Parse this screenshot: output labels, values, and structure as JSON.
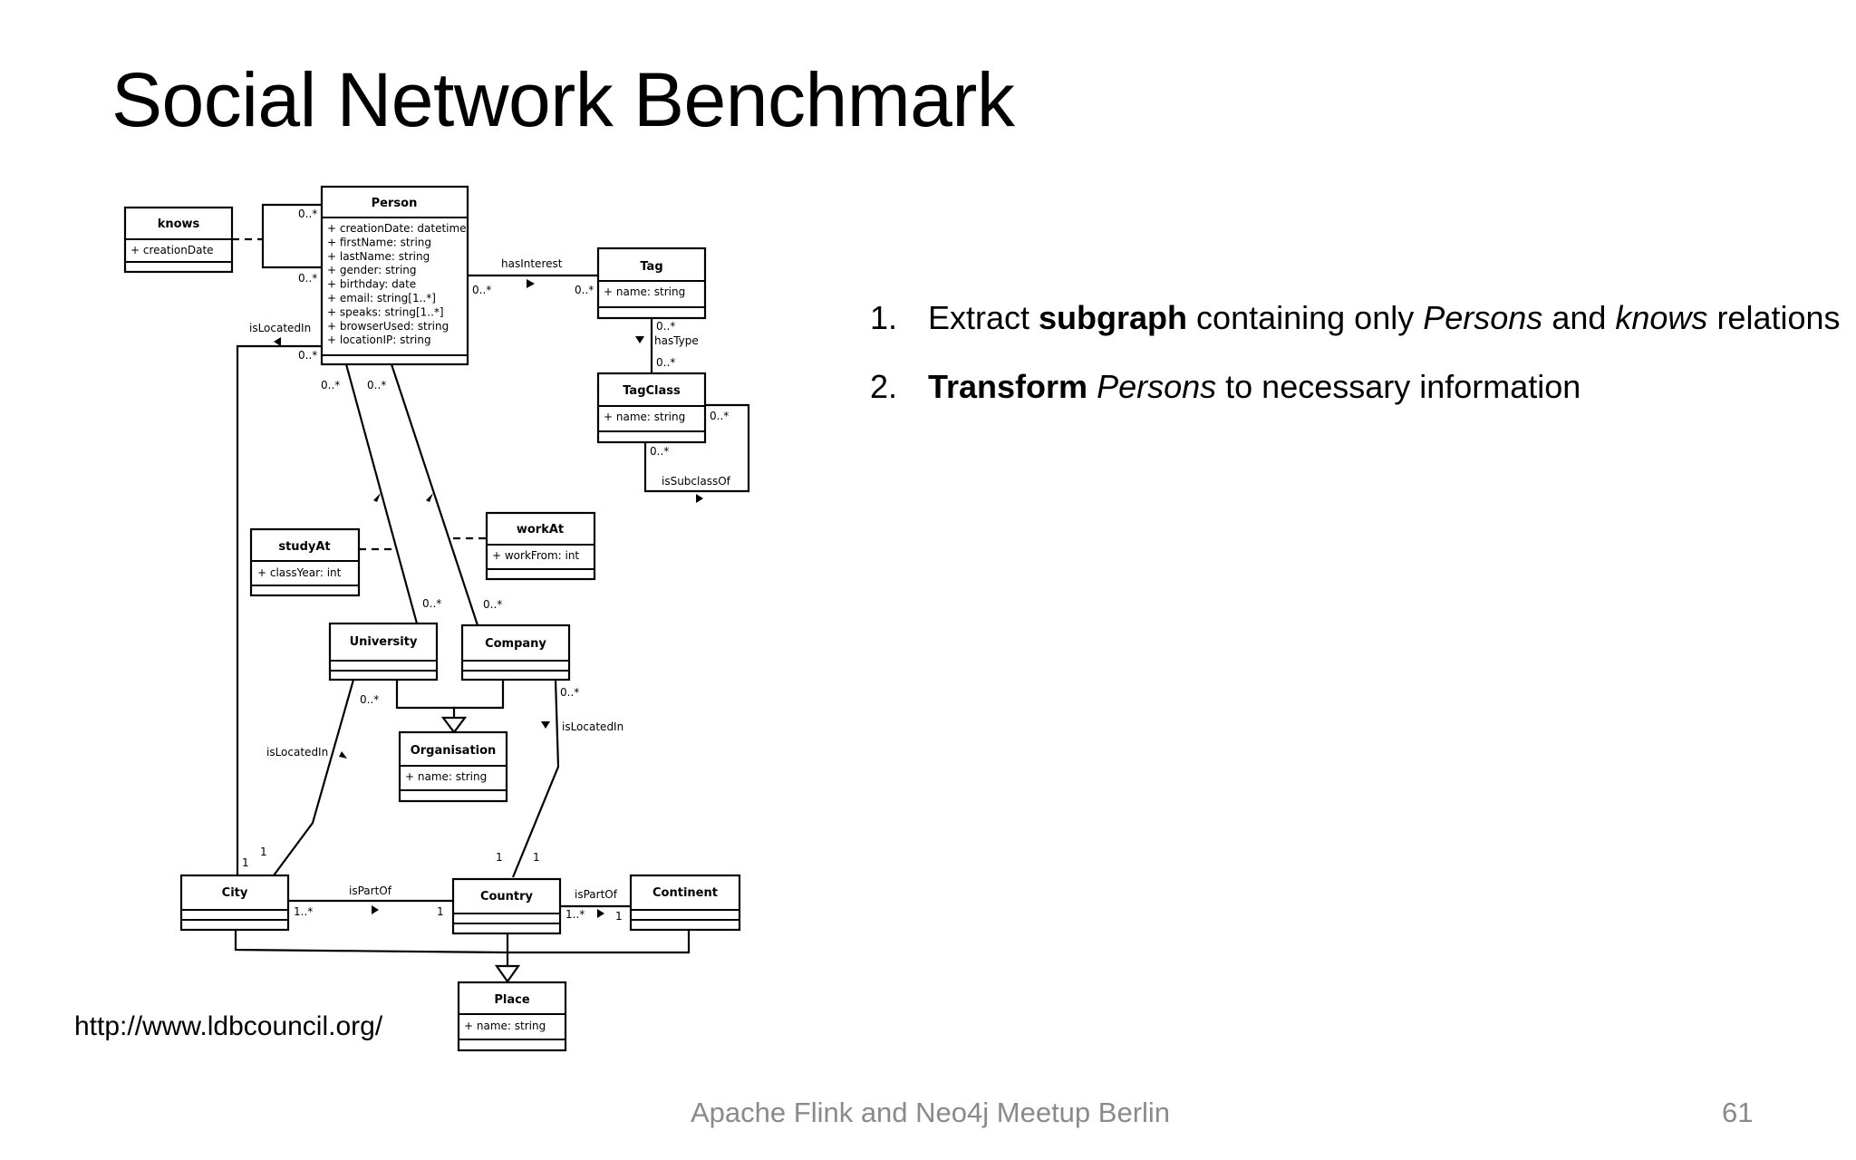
{
  "slide": {
    "title": "Social Network Benchmark",
    "bullets": [
      {
        "num": "1.",
        "parts": [
          {
            "text": "Extract ",
            "style": "normal"
          },
          {
            "text": "subgraph",
            "style": "bold"
          },
          {
            "text": " containing only ",
            "style": "normal"
          },
          {
            "text": "Persons",
            "style": "italic"
          },
          {
            "text": " and ",
            "style": "normal"
          },
          {
            "text": "knows",
            "style": "italic"
          },
          {
            "text": " relations",
            "style": "normal"
          }
        ]
      },
      {
        "num": "2.",
        "parts": [
          {
            "text": "Transform",
            "style": "bold"
          },
          {
            "text": " ",
            "style": "normal"
          },
          {
            "text": "Persons",
            "style": "italic"
          },
          {
            "text": " to necessary information",
            "style": "normal"
          }
        ]
      }
    ],
    "url": "http://www.ldbcouncil.org/",
    "footer": "Apache Flink and Neo4j Meetup Berlin",
    "page_number": "61"
  },
  "diagram": {
    "classes": {
      "person": {
        "name": "Person",
        "attrs": [
          "+ creationDate: datetime",
          "+ firstName: string",
          "+ lastName: string",
          "+ gender: string",
          "+ birthday: date",
          "+ email: string[1..*]",
          "+ speaks: string[1..*]",
          "+ browserUsed: string",
          "+ locationIP: string"
        ]
      },
      "knows": {
        "name": "knows",
        "attrs": [
          "+ creationDate"
        ]
      },
      "tag": {
        "name": "Tag",
        "attrs": [
          "+ name: string"
        ]
      },
      "tagclass": {
        "name": "TagClass",
        "attrs": [
          "+ name: string"
        ]
      },
      "studyat": {
        "name": "studyAt",
        "attrs": [
          "+ classYear: int"
        ]
      },
      "workat": {
        "name": "workAt",
        "attrs": [
          "+ workFrom: int"
        ]
      },
      "university": {
        "name": "University",
        "attrs": []
      },
      "company": {
        "name": "Company",
        "attrs": []
      },
      "organisation": {
        "name": "Organisation",
        "attrs": [
          "+ name: string"
        ]
      },
      "city": {
        "name": "City",
        "attrs": []
      },
      "country": {
        "name": "Country",
        "attrs": []
      },
      "continent": {
        "name": "Continent",
        "attrs": []
      },
      "place": {
        "name": "Place",
        "attrs": [
          "+ name: string"
        ]
      }
    },
    "labels": {
      "has_interest": "hasInterest",
      "has_type": "hasType",
      "is_subclass_of": "isSubclassOf",
      "is_located_in": "isLocatedIn",
      "is_part_of": "isPartOf",
      "many": "0..*",
      "one_many": "1..*",
      "one": "1"
    }
  }
}
